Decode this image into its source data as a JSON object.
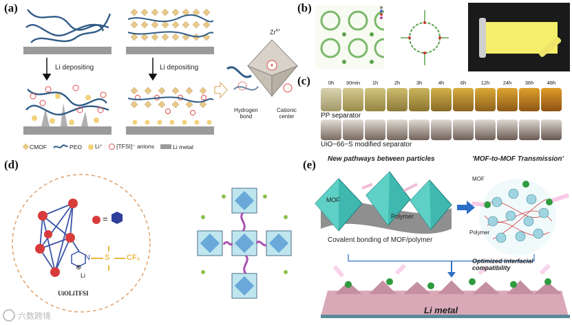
{
  "panels": {
    "a": {
      "label": "(a)",
      "arrow_left": "Li depositing",
      "arrow_right": "Li depositing",
      "zr_label": "Zr",
      "zr_sup": "4+",
      "hydrogen_bond": "Hydrogen\nbond",
      "cationic_center": "Cationic\ncenter",
      "legend": {
        "cmof": "CMOF",
        "peo": "PEO",
        "li_ion": "Li⁺",
        "tfsi": "[TFSI]⁻ anions",
        "li_metal": "Li metal"
      }
    },
    "b": {
      "label": "(b)"
    },
    "c": {
      "label": "(c)",
      "times": [
        "0h",
        "30min",
        "1h",
        "2h",
        "3h",
        "4h",
        "6h",
        "12h",
        "24h",
        "36h",
        "48h"
      ],
      "row1": "PP separator",
      "row2": "UiO−66−S modified separator"
    },
    "d": {
      "label": "(d)",
      "equals": "=",
      "n_label": "N",
      "s_label": "S",
      "cf3_label": "CF₃",
      "li_label": "Li",
      "plus": "⊕",
      "compound": "UiOLiTFSI"
    },
    "e": {
      "label": "(e)",
      "title_left": "New pathways between particles",
      "title_right": "'MOF-to-MOF Transmission'",
      "mof_label": "MOF",
      "mof_label2": "MOF",
      "polymer_label": "Polymer",
      "polymer_label2": "Polymer",
      "covalent": "Covalent bonding of MOF/polymer",
      "optimized": "Optimized interfacial\ncompatibility",
      "li_metal": "Li metal"
    }
  },
  "watermark": "六数跨境",
  "colors": {
    "peo": "#2f5b86",
    "li_ion": "#f2d27a",
    "tfsi": "#d94a4a",
    "li_metal": "#9a9a9a",
    "cmof": "#e8c98a",
    "teal": "#3fb8b0",
    "pink": "#c98fa3"
  }
}
